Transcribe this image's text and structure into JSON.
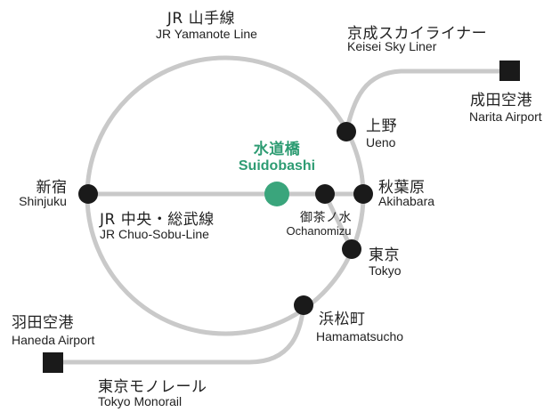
{
  "colors": {
    "line": "#c9c9c9",
    "station": "#1a1a1a",
    "highlight": "#3aa57c",
    "highlight_text": "#2e9c73"
  },
  "lines": {
    "yamanote": {
      "jp": "JR 山手線",
      "en": "JR Yamanote Line"
    },
    "chuo": {
      "jp": "JR 中央・総武線",
      "en": "JR Chuo-Sobu-Line"
    },
    "keisei": {
      "jp": "京成スカイライナー",
      "en": "Keisei Sky Liner"
    },
    "monorail": {
      "jp": "東京モノレール",
      "en": "Tokyo Monorail"
    }
  },
  "stations": {
    "suidobashi": {
      "jp": "水道橋",
      "en": "Suidobashi"
    },
    "shinjuku": {
      "jp": "新宿",
      "en": "Shinjuku"
    },
    "ochanomizu": {
      "jp": "御茶ノ水",
      "en": "Ochanomizu"
    },
    "akihabara": {
      "jp": "秋葉原",
      "en": "Akihabara"
    },
    "ueno": {
      "jp": "上野",
      "en": "Ueno"
    },
    "tokyo": {
      "jp": "東京",
      "en": "Tokyo"
    },
    "hamamatsucho": {
      "jp": "浜松町",
      "en": "Hamamatsucho"
    }
  },
  "airports": {
    "narita": {
      "jp": "成田空港",
      "en": "Narita Airport"
    },
    "haneda": {
      "jp": "羽田空港",
      "en": "Haneda Airport"
    }
  }
}
